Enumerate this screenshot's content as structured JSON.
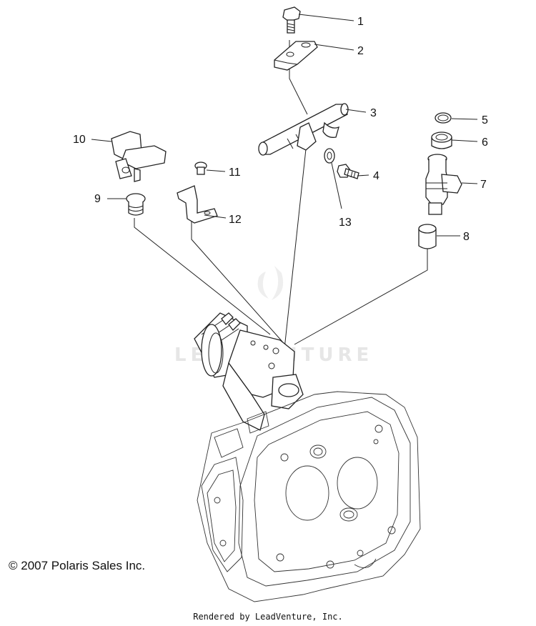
{
  "callouts": [
    "1",
    "2",
    "3",
    "4",
    "5",
    "6",
    "7",
    "8",
    "9",
    "10",
    "11",
    "12",
    "13"
  ],
  "watermark": "LEADVENTURE",
  "copyright": "© 2007 Polaris Sales Inc.",
  "rendered_by": "Rendered by LeadVenture, Inc."
}
